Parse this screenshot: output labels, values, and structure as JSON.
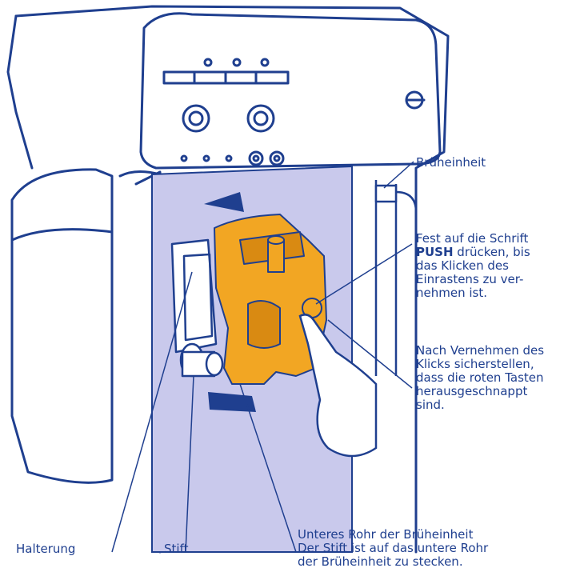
{
  "labels": {
    "bruehheinheit": "Brüheinheit",
    "push_line1_pre": "Fest auf die Schrift",
    "push_word": "PUSH",
    "push_line2_post": " drücken, bis",
    "push_line3": "das Klicken des",
    "push_line4": "Einrastens zu ver-",
    "push_line5": "nehmen ist.",
    "klick_line1": "Nach Vernehmen des",
    "klick_line2": "Klicks sicherstellen,",
    "klick_line3": "dass die roten Tasten",
    "klick_line4": "herausgeschnappt",
    "klick_line5": "sind.",
    "halterung": "Halterung",
    "stift": "Stift",
    "rohr_line1": "Unteres Rohr der Brüheinheit",
    "rohr_line2": "Der Stift ist auf das untere Rohr",
    "rohr_line3": "der Brüheinheit zu stecken."
  },
  "colors": {
    "outline": "#1f3f8f",
    "panel": "#c9c9ec",
    "brew_unit": "#f2a623",
    "brew_unit_dark": "#d98a12"
  }
}
